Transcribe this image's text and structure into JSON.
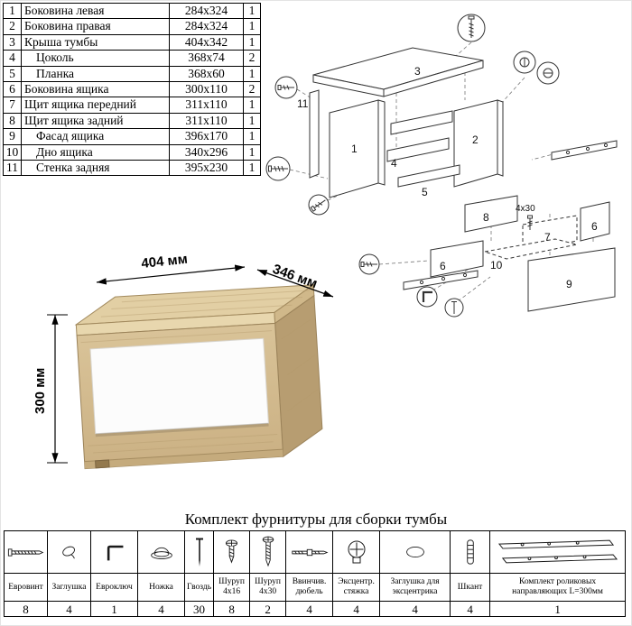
{
  "parts_table": {
    "rows": [
      {
        "num": "1",
        "name": "Боковина левая",
        "size": "284x324",
        "qty": "1",
        "indent": false
      },
      {
        "num": "2",
        "name": "Боковина правая",
        "size": "284x324",
        "qty": "1",
        "indent": false
      },
      {
        "num": "3",
        "name": "Крыша тумбы",
        "size": "404x342",
        "qty": "1",
        "indent": false
      },
      {
        "num": "4",
        "name": "Цоколь",
        "size": "368x74",
        "qty": "2",
        "indent": true
      },
      {
        "num": "5",
        "name": "Планка",
        "size": "368x60",
        "qty": "1",
        "indent": true
      },
      {
        "num": "6",
        "name": "Боковина ящика",
        "size": "300x110",
        "qty": "2",
        "indent": false
      },
      {
        "num": "7",
        "name": "Щит ящика передний",
        "size": "311x110",
        "qty": "1",
        "indent": false
      },
      {
        "num": "8",
        "name": "Щит ящика задний",
        "size": "311x110",
        "qty": "1",
        "indent": false
      },
      {
        "num": "9",
        "name": "Фасад ящика",
        "size": "396x170",
        "qty": "1",
        "indent": true
      },
      {
        "num": "10",
        "name": "Дно ящика",
        "size": "340x296",
        "qty": "1",
        "indent": true
      },
      {
        "num": "11",
        "name": "Стенка задняя",
        "size": "395x230",
        "qty": "1",
        "indent": true
      }
    ]
  },
  "diagram": {
    "part_labels": [
      "3",
      "11",
      "1",
      "2",
      "4",
      "5",
      "8",
      "7",
      "6",
      "6",
      "10",
      "9"
    ],
    "annotation": "4x30"
  },
  "product": {
    "width_label": "404 мм",
    "depth_label": "346 мм",
    "height_label": "300 мм",
    "colors": {
      "wood_top": "#e2cfa4",
      "wood_front": "#d5bf94",
      "wood_side": "#b79d71",
      "drawer_front": "#fcfcfc"
    }
  },
  "hardware": {
    "title": "Комплект фурнитуры для сборки тумбы",
    "items": [
      {
        "icon": "euro-screw-icon",
        "name": "Евровинт",
        "qty": "8"
      },
      {
        "icon": "plug-icon",
        "name": "Заглушка",
        "qty": "4"
      },
      {
        "icon": "euro-key-icon",
        "name": "Евроключ",
        "qty": "1"
      },
      {
        "icon": "leg-icon",
        "name": "Ножка",
        "qty": "4"
      },
      {
        "icon": "nail-icon",
        "name": "Гвоздь",
        "qty": "30"
      },
      {
        "icon": "screw-4x16-icon",
        "name": "Шуруп 4x16",
        "qty": "8"
      },
      {
        "icon": "screw-4x30-icon",
        "name": "Шуруп 4x30",
        "qty": "2"
      },
      {
        "icon": "dowel-screw-icon",
        "name": "Ввинчив. дюбель",
        "qty": "4"
      },
      {
        "icon": "cam-lock-icon",
        "name": "Эксцентр. стяжка",
        "qty": "4"
      },
      {
        "icon": "cam-cover-icon",
        "name": "Заглушка для эксцентрика",
        "qty": "4"
      },
      {
        "icon": "wood-dowel-icon",
        "name": "Шкант",
        "qty": "4"
      },
      {
        "icon": "roller-slides-icon",
        "name": "Комплект роликовых направляющих L=300мм",
        "qty": "1"
      }
    ]
  }
}
